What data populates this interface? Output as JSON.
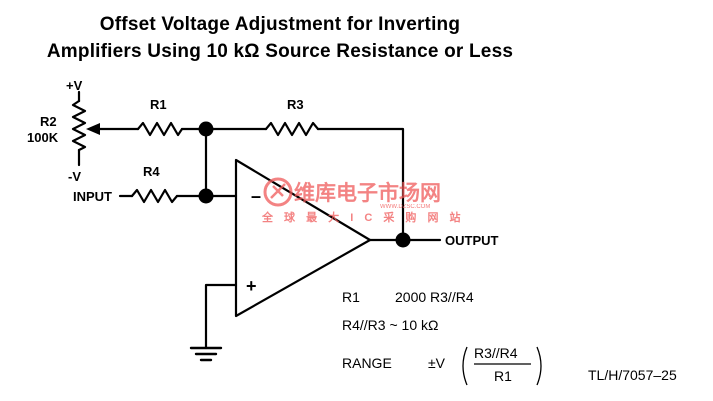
{
  "title": {
    "line1": "Offset Voltage Adjustment for Inverting",
    "line2": "Amplifiers Using 10 kΩ Source Resistance or Less"
  },
  "labels": {
    "plus_v": "+V",
    "minus_v": "-V",
    "r2": "R2",
    "r2_value": "100K",
    "r1": "R1",
    "r3": "R3",
    "r4": "R4",
    "input": "INPUT",
    "output": "OUTPUT",
    "inv_sign": "–",
    "noninv_sign": "+"
  },
  "equations": {
    "eq1_lhs": "R1",
    "eq1_rhs": "2000 R3//R4",
    "eq2": "R4//R3 ~ 10 kΩ",
    "range_lhs": "RANGE",
    "range_mid": "±V",
    "range_num": "R3//R4",
    "range_den": "R1"
  },
  "figure_id": "TL/H/7057–25",
  "watermark": {
    "brand": "维库电子市场网",
    "url": "WWW.DZSC.COM",
    "slogan": "全 球 最 大 I C 采 购 网 站"
  },
  "colors": {
    "ink": "#000000",
    "watermark": "#f05a5a"
  }
}
